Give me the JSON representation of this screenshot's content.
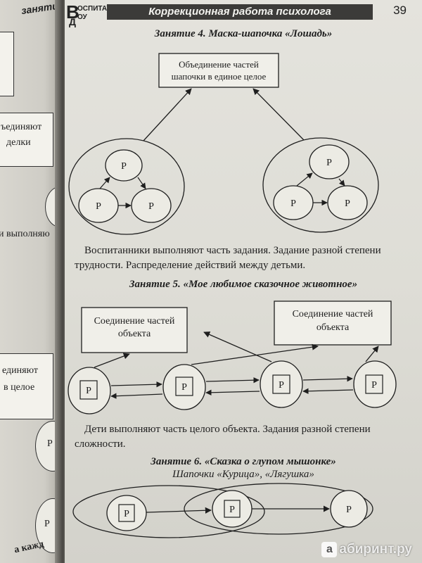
{
  "left_page": {
    "header_fragment": "занятий п",
    "fragments": [
      "ъединяют",
      "делки",
      "и выполняю",
      "единяют",
      "в целое",
      "Р",
      "Р",
      "а кажд"
    ]
  },
  "header": {
    "logo_letter_top": "В",
    "logo_letter_bottom": "Д",
    "logo_word_top": "ОСПИТАТЕЛЬ",
    "logo_word_bottom": "ОУ",
    "title": "Коррекционная работа психолога",
    "page_number": "39"
  },
  "lesson4": {
    "title": "Занятие 4. Маска-шапочка «Лошадь»",
    "box_label_line1": "Объединение частей",
    "box_label_line2": "шапочки в единое целое",
    "node_label": "Р",
    "caption": "Воспитанники выполняют часть задания. Задание разной степени трудности. Распределение действий между детьми."
  },
  "lesson5": {
    "title": "Занятие 5. «Мое любимое сказочное животное»",
    "box_left_line1": "Соединение частей",
    "box_left_line2": "объекта",
    "box_right_line1": "Соединение частей",
    "box_right_line2": "объекта",
    "node_label": "Р",
    "caption": "Дети выполняют часть целого объекта. Задания разной степени сложности."
  },
  "lesson6": {
    "title": "Занятие 6. «Сказка о глупом мышонке»",
    "subtitle": "Шапочки «Курица», «Лягушка»",
    "node_label": "Р"
  },
  "watermark": {
    "badge": "а",
    "text": "абиринт.ру"
  },
  "colors": {
    "ink": "#1e1e1e",
    "paper": "#e2e1da",
    "header_bar": "#3c3b39"
  }
}
